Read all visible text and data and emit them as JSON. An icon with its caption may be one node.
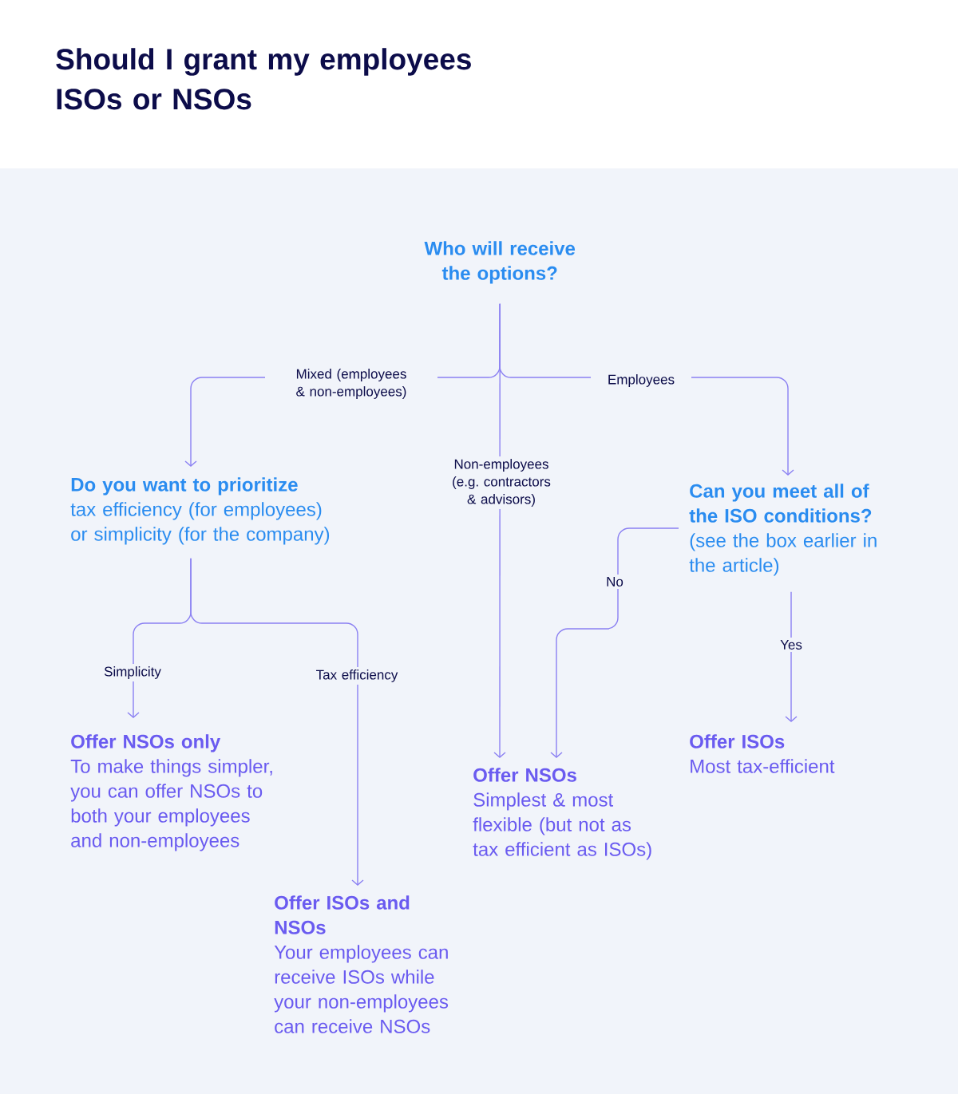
{
  "diagram": {
    "title": "Should I grant my employees ISOs or NSOs",
    "nodes": [
      {
        "text": [
          "Who will receive the options?"
        ]
      },
      {
        "text": [
          "Do you want to prioritize",
          "tax efficiency (for employees) or simplicity (for the company)"
        ]
      },
      {
        "text": [
          "Can you meet all of the ISO conditions?",
          "(see the box earlier in the article)"
        ]
      },
      {
        "text": [
          "Offer NSOs only",
          "To make things simpler, you can offer NSOs to both your employees and non-employees"
        ]
      },
      {
        "text": [
          "Offer ISOs and NSOs",
          "Your employees can receive ISOs while your non-employees can receive NSOs"
        ]
      },
      {
        "text": [
          "Offer NSOs",
          "Simplest & most flexible (but not as tax efficient as ISOs)"
        ]
      },
      {
        "text": [
          "Offer ISOs",
          "Most tax-efficient"
        ]
      }
    ],
    "edges": [
      {
        "from": 0,
        "to": 1,
        "arrow": "to",
        "label": "Mixed (employees & non-employees)"
      },
      {
        "from": 0,
        "to": 5,
        "arrow": "to",
        "label": "Non-employees (e.g. contractors & advisors)"
      },
      {
        "from": 0,
        "to": 2,
        "arrow": "to",
        "label": "Employees"
      },
      {
        "from": 1,
        "to": 3,
        "arrow": "to",
        "label": "Simplicity"
      },
      {
        "from": 1,
        "to": 4,
        "arrow": "to",
        "label": "Tax efficiency"
      },
      {
        "from": 2,
        "to": 5,
        "arrow": "to",
        "label": "No"
      },
      {
        "from": 2,
        "to": 6,
        "arrow": "to",
        "label": "Yes"
      }
    ]
  }
}
